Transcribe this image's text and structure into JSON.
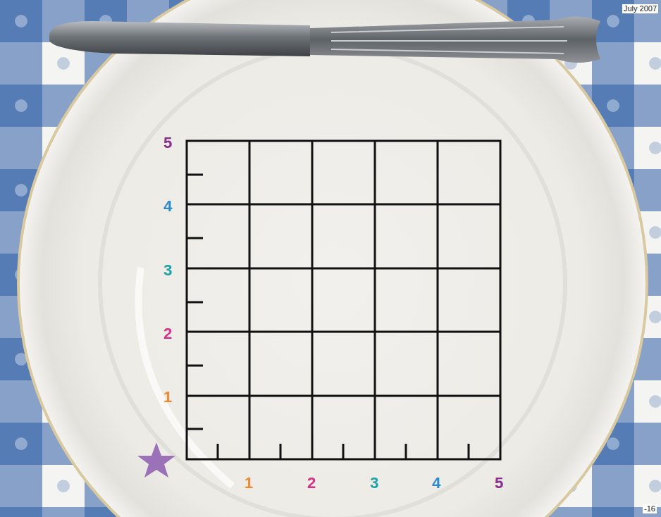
{
  "diagram": {
    "labels": [
      "July 2007",
      "5",
      "4",
      "3",
      "2",
      "1",
      "1",
      "2",
      "3",
      "4",
      "5",
      "-16"
    ]
  }
}
